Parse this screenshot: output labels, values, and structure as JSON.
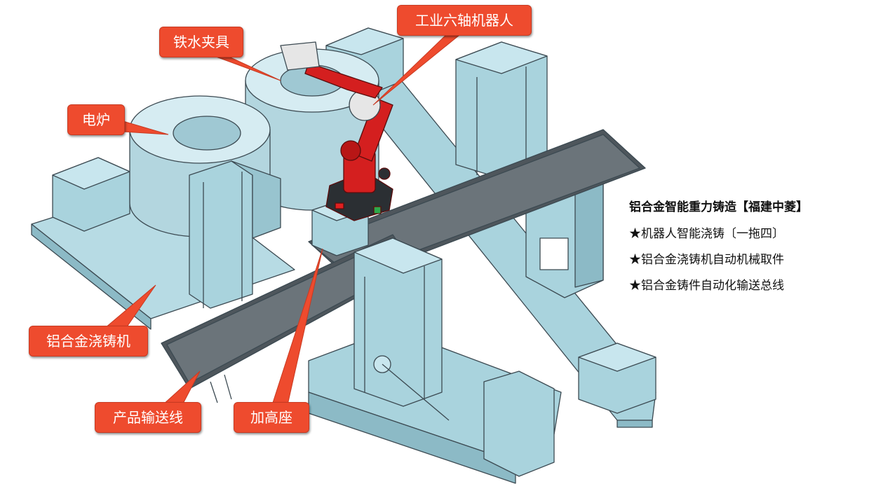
{
  "labels": {
    "robot": "工业六轴机器人",
    "ladle_clamp": "铁水夹具",
    "furnace": "电炉",
    "casting_machine": "铝合金浇铸机",
    "product_conveyor": "产品输送线",
    "riser_base": "加高座"
  },
  "features": {
    "title": "铝合金智能重力铸造【福建中菱】",
    "items": [
      "★机器人智能浇铸〔一拖四〕",
      "★铝合金浇铸机自动机械取件",
      "★铝合金铸件自动化输送总线"
    ]
  },
  "colors": {
    "callout_bg": "#ee4b2e",
    "machine_fill": "#a9d3dd",
    "machine_stroke": "#3c4a52",
    "conveyor": "#4e565c",
    "robot": "#d41f1f"
  }
}
